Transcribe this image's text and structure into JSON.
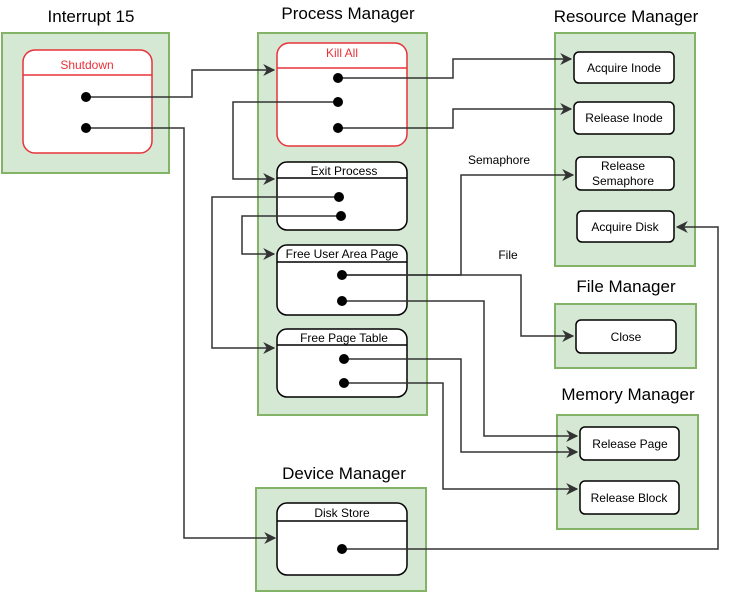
{
  "accent": "#e8323a",
  "container_fill": "#d5e8d4",
  "container_stroke": "#82b366",
  "containers": {
    "interrupt": {
      "title": "Interrupt 15"
    },
    "process": {
      "title": "Process Manager"
    },
    "resource": {
      "title": "Resource Manager"
    },
    "file": {
      "title": "File Manager"
    },
    "memory": {
      "title": "Memory Manager"
    },
    "device": {
      "title": "Device Manager"
    }
  },
  "cards": {
    "shutdown": "Shutdown",
    "kill_all": "Kill All",
    "exit_process": "Exit Process",
    "free_user_area_page": "Free User Area Page",
    "free_page_table": "Free Page Table",
    "disk_store": "Disk Store"
  },
  "boxes": {
    "acquire_inode": "Acquire Inode",
    "release_inode": "Release Inode",
    "release_semaphore_1": "Release",
    "release_semaphore_2": "Semaphore",
    "acquire_disk": "Acquire Disk",
    "close": "Close",
    "release_page": "Release Page",
    "release_block": "Release Block"
  },
  "edge_labels": {
    "semaphore": "Semaphore",
    "file": "File"
  }
}
